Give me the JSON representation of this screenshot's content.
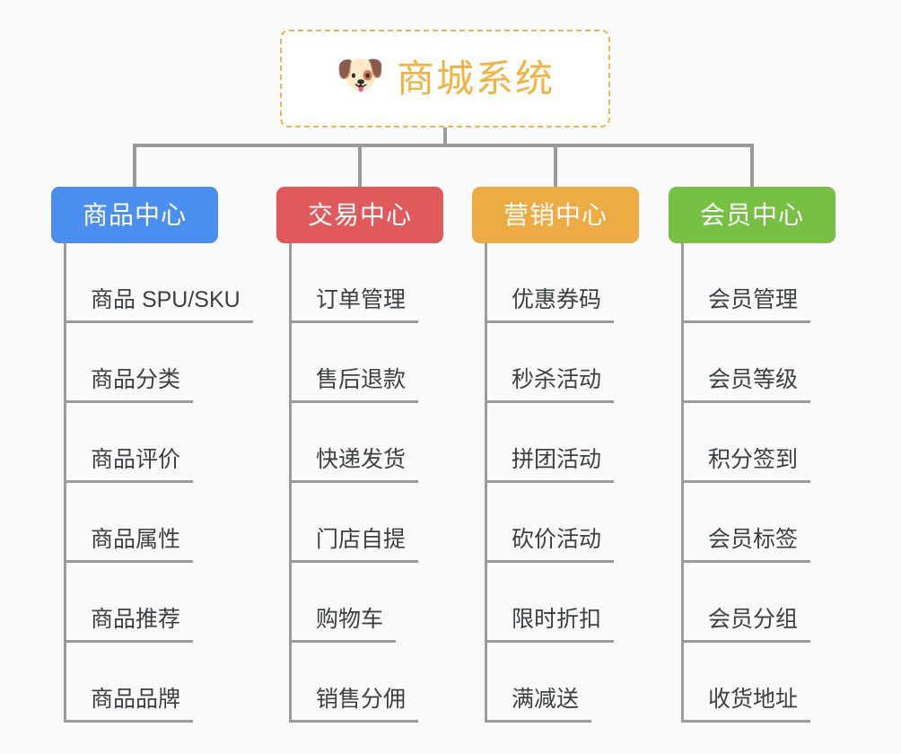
{
  "background_color": "#fafafa",
  "root": {
    "icon": "shiba-dog-face-icon",
    "icon_glyph": "🐶",
    "title": "商城系统",
    "title_color": "#f2b340",
    "border_color": "#f0b44a",
    "border_style": "dashed"
  },
  "connector_color": "#9b9b9b",
  "columns": [
    {
      "id": "product-center",
      "label": "商品中心",
      "color": "#4a8ef0",
      "items": [
        "商品 SPU/SKU",
        "商品分类",
        "商品评价",
        "商品属性",
        "商品推荐",
        "商品品牌"
      ]
    },
    {
      "id": "trade-center",
      "label": "交易中心",
      "color": "#e0595b",
      "items": [
        "订单管理",
        "售后退款",
        "快递发货",
        "门店自提",
        "购物车",
        "销售分佣"
      ]
    },
    {
      "id": "marketing-center",
      "label": "营销中心",
      "color": "#edab43",
      "items": [
        "优惠券码",
        "秒杀活动",
        "拼团活动",
        "砍价活动",
        "限时折扣",
        "满减送"
      ]
    },
    {
      "id": "member-center",
      "label": "会员中心",
      "color": "#76c043",
      "items": [
        "会员管理",
        "会员等级",
        "积分签到",
        "会员标签",
        "会员分组",
        "收货地址"
      ]
    }
  ]
}
